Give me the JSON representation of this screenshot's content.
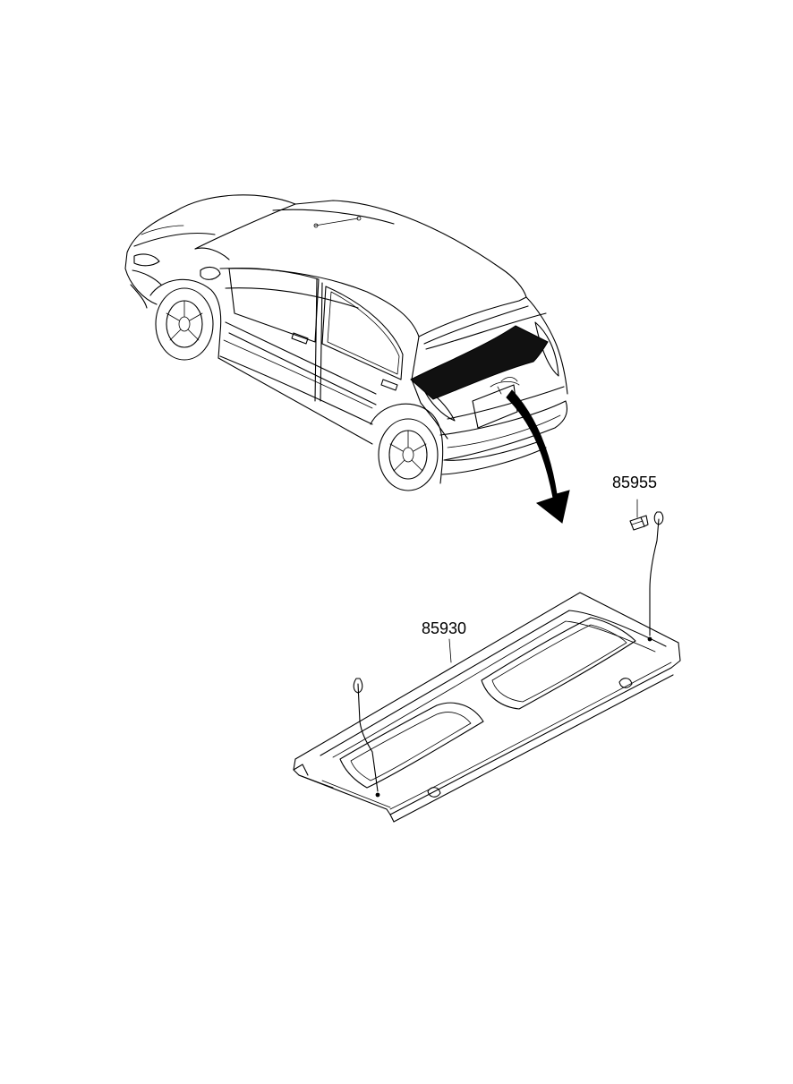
{
  "callouts": [
    {
      "part_number": "85955",
      "part": "hook-bolt"
    },
    {
      "part_number": "85930",
      "part": "luggage-covering-shelf"
    }
  ],
  "colors": {
    "line": "#000000",
    "background": "#ffffff",
    "shelf_fill": "#111111"
  }
}
